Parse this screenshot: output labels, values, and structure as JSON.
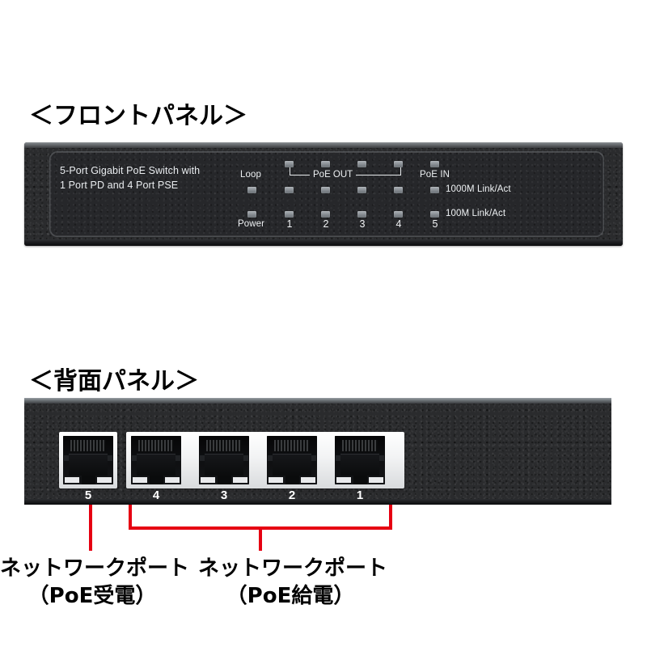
{
  "headings": {
    "front": "＜フロントパネル＞",
    "rear": "＜背面パネル＞"
  },
  "front_panel": {
    "model_line_1": "5-Port Gigabit PoE Switch with",
    "model_line_2": "1 Port PD and 4 Port PSE",
    "labels": {
      "loop": "Loop",
      "power": "Power",
      "poe_out": "PoE OUT",
      "poe_in": "PoE IN",
      "link_1000m": "1000M Link/Act",
      "link_100m": "100M Link/Act"
    },
    "port_numbers": [
      "1",
      "2",
      "3",
      "4",
      "5"
    ],
    "led_color": "#9aa0a6",
    "body_color": "#2a2b2d",
    "text_color": "#eef1f3"
  },
  "rear_panel": {
    "port_numbers_left_to_right": [
      "5",
      "4",
      "3",
      "2",
      "1"
    ],
    "poe_in_port": "5",
    "poe_out_ports": [
      "4",
      "3",
      "2",
      "1"
    ],
    "frame_color": "#ffffff",
    "body_color": "#2a2b2d"
  },
  "callouts": {
    "accent_color": "#e60012",
    "left": {
      "line_1": "ネットワークポート",
      "line_2": "（PoE受電）"
    },
    "right": {
      "line_1": "ネットワークポート",
      "line_2": "（PoE給電）"
    }
  }
}
